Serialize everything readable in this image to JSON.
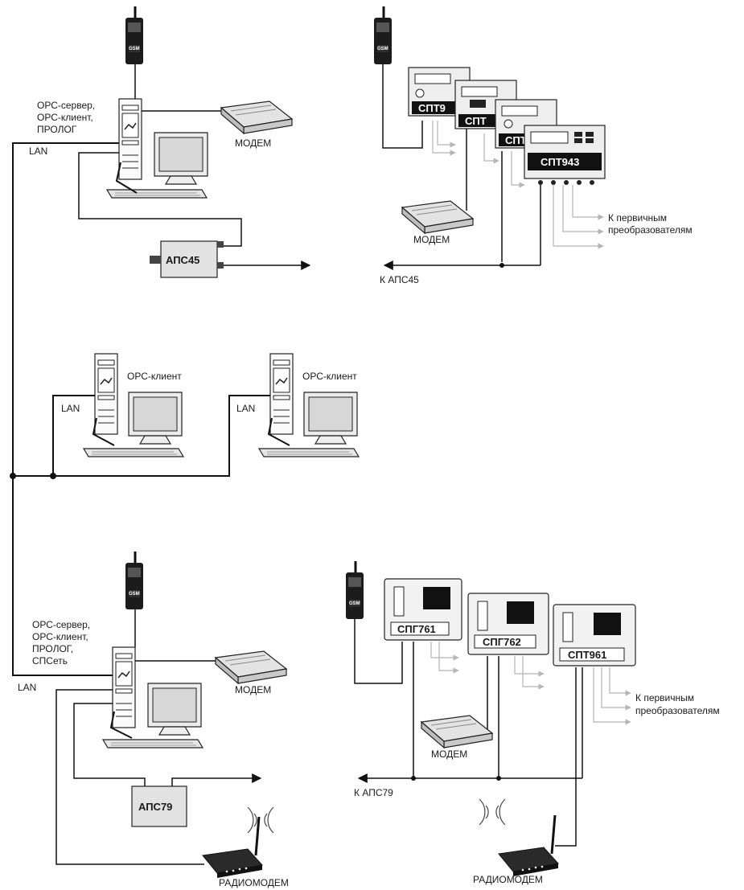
{
  "labels": {
    "lan": "LAN",
    "gsm": "GSM",
    "modem": "МОДЕМ",
    "radiomodem": "РАДИОМОДЕМ",
    "opc_client": "ОРС-клиент",
    "server_top_1": "ОРС-сервер,",
    "server_top_2": "ОРС-клиент,",
    "server_top_3": "ПРОЛОГ",
    "server_bot_1": "ОРС-сервер,",
    "server_bot_2": "ОРС-клиент,",
    "server_bot_3": "ПРОЛОГ,",
    "server_bot_4": "СПСеть",
    "to_primary_1": "К первичным",
    "to_primary_2": "преобразователям",
    "to_aps45": "К АПС45",
    "to_aps79": "К АПС79"
  },
  "devices": {
    "aps45": "АПС45",
    "aps79": "АПС79",
    "spt1": "СПТ9",
    "spt2": "СПТ",
    "spt3": "СПТ",
    "spt943": "СПТ943",
    "spg761": "СПГ761",
    "spg762": "СПГ762",
    "spt961": "СПТ961"
  }
}
